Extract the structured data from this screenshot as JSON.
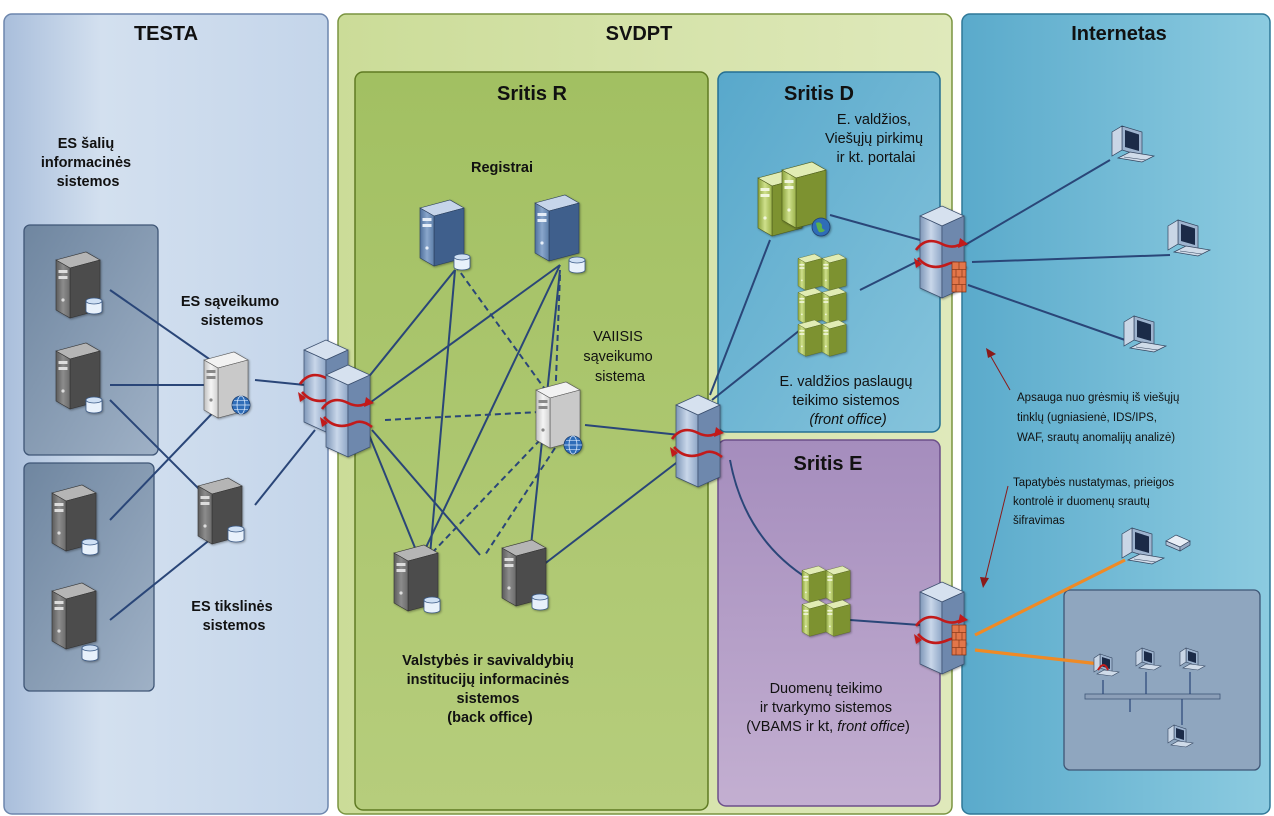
{
  "zones": {
    "testa": {
      "title": "TESTA",
      "color": "#c9d8ea"
    },
    "svdpt": {
      "title": "SVDPT",
      "color": "#d9e5b3"
    },
    "internet": {
      "title": "Internetas",
      "color": "#7dc0d6"
    },
    "sritis_r": {
      "title": "Sritis R",
      "color": "#a9c46a"
    },
    "sritis_d": {
      "title": "Sritis D",
      "color": "#6fb6d2"
    },
    "sritis_e": {
      "title": "Sritis E",
      "color": "#b79ec7"
    }
  },
  "labels": {
    "es_saliu": [
      "ES šalių",
      "informacinės",
      "sistemos"
    ],
    "es_saveikumo": [
      "ES sąveikumo",
      "sistemos"
    ],
    "es_tikslines": [
      "ES tikslinės",
      "sistemos"
    ],
    "registrai": "Registrai",
    "vaiisis": [
      "VAIISIS",
      "sąveikumo",
      "sistema"
    ],
    "valstybes": [
      "Valstybės ir savivaldybių",
      "institucijų informacinės",
      "sistemos",
      "(back office)"
    ],
    "e_valdzios_portalai": [
      "E. valdžios,",
      "Viešųjų pirkimų",
      "ir kt. portalai"
    ],
    "e_valdzios_paslaugu": [
      "E. valdžios paslaugų",
      "teikimo sistemos"
    ],
    "e_valdzios_paslaugu_italic": "(front office)",
    "duomenu_1": "Duomenų teikimo",
    "duomenu_2": "ir tvarkymo sistemos",
    "duomenu_3": "(VBAMS ir kt, ",
    "duomenu_3_italic": "front office",
    "duomenu_3_end": ")",
    "apsauga": [
      "Apsauga nuo grėsmių iš viešųjų",
      "tinklų (ugniasienė, IDS/IPS,",
      "WAF, srautų anomalijų analizė)"
    ],
    "tapatybes": [
      "Tapatybės nustatymas, prieigos",
      "kontrolė ir duomenų srautų",
      "šifravimas"
    ]
  },
  "icons": {
    "server": "server-icon",
    "database": "database-icon",
    "globe": "globe-icon",
    "router": "router-icon",
    "firewall": "firewall-icon",
    "workstation": "workstation-icon"
  }
}
